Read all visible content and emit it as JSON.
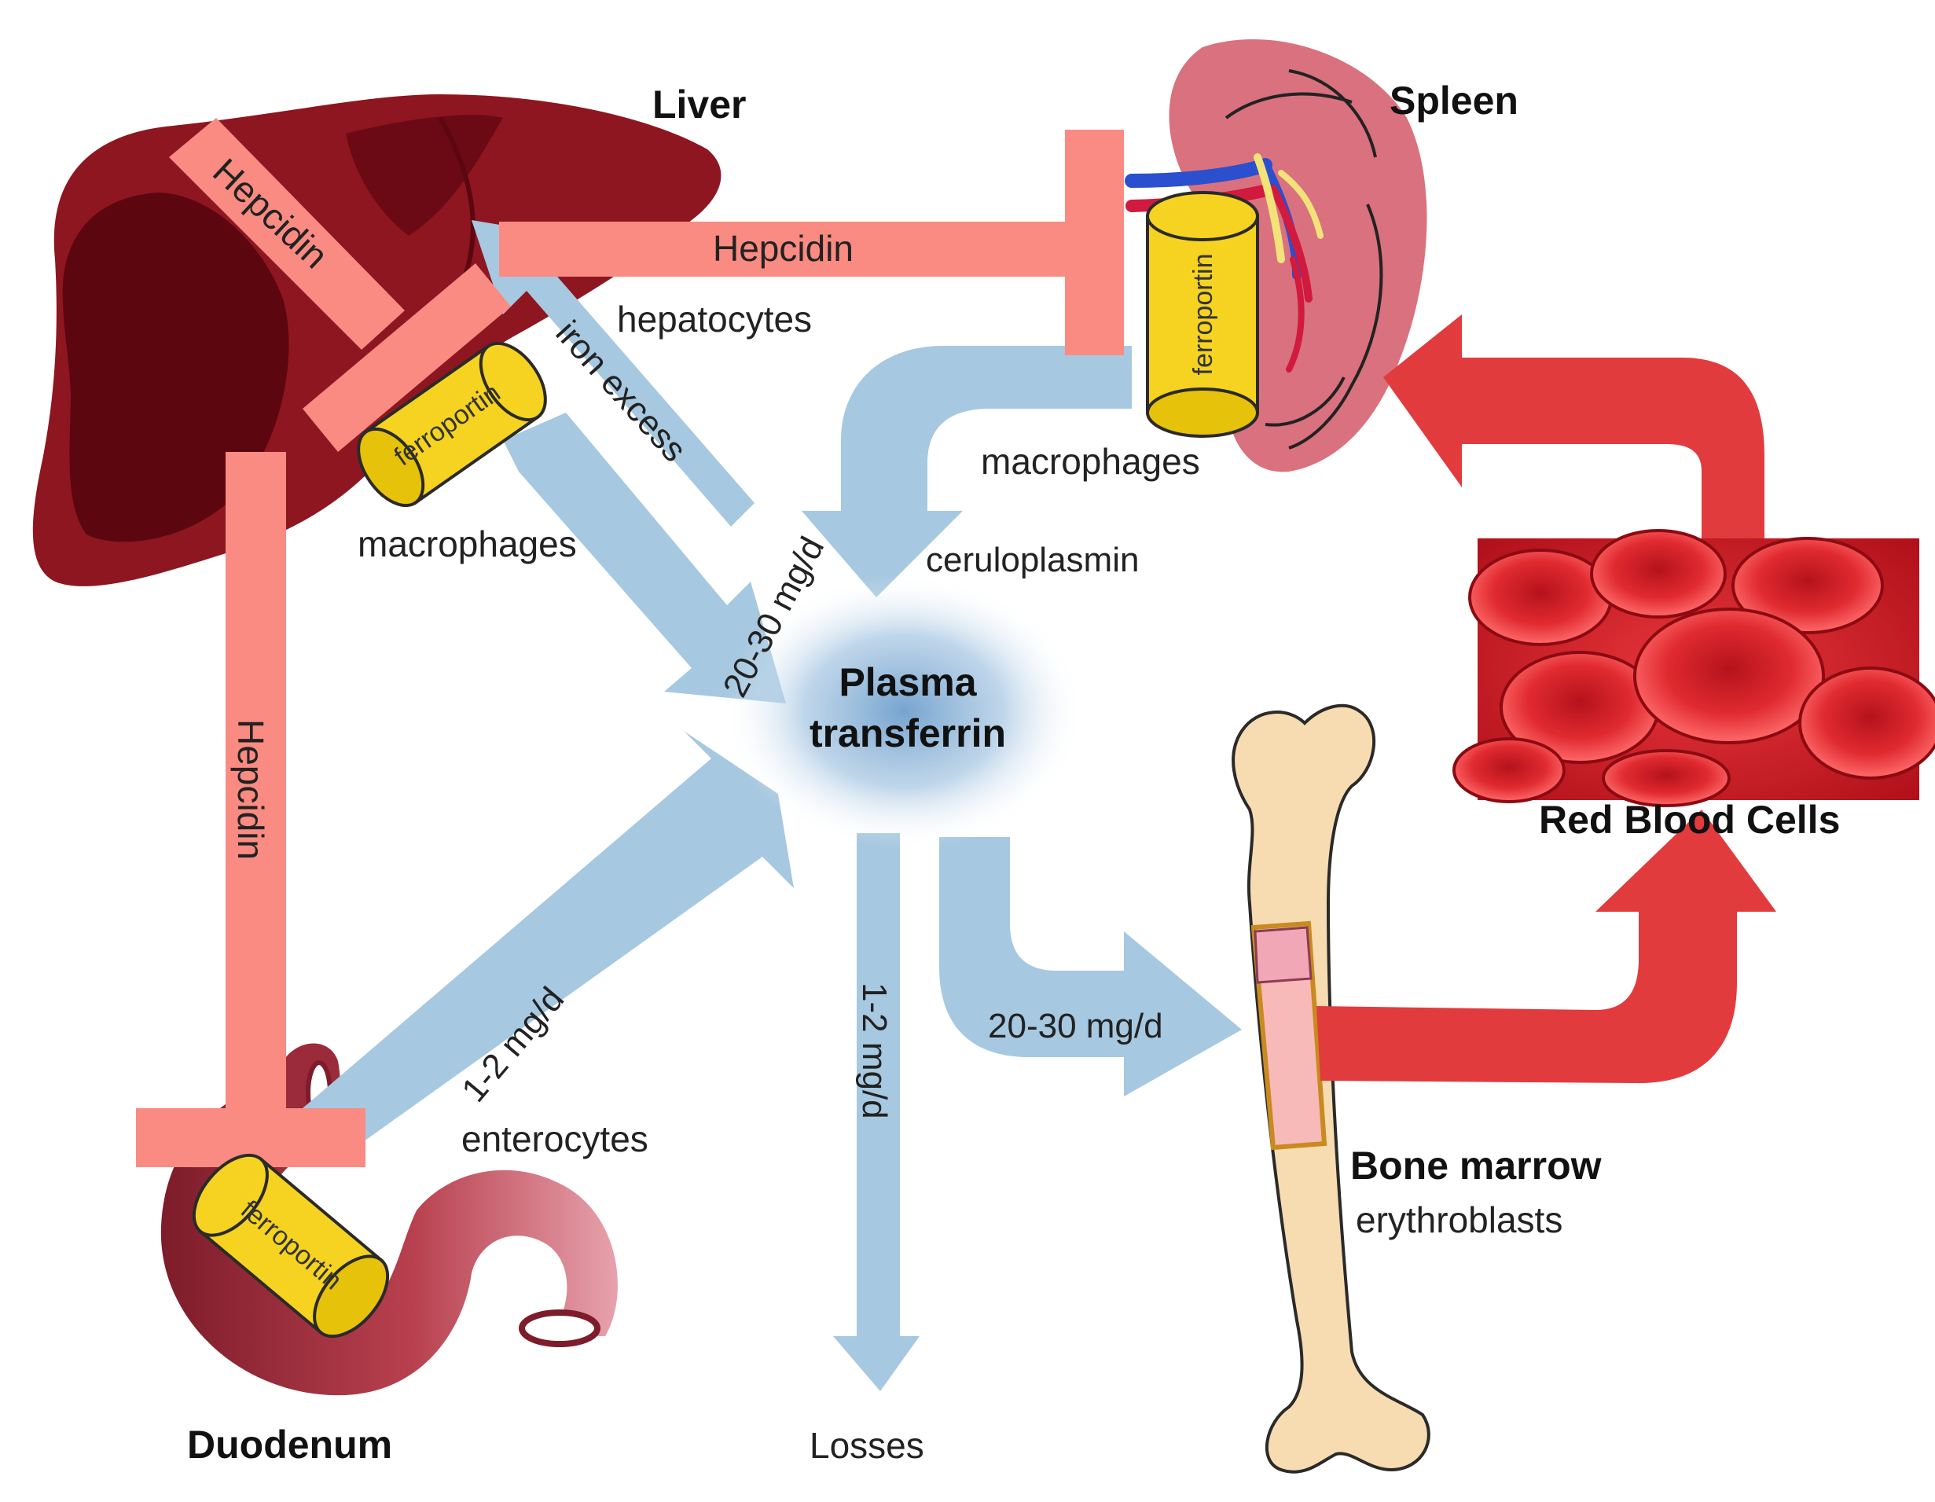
{
  "colors": {
    "hepcidin": "#f98b82",
    "iron_flow": "#a6c8e0",
    "rbc_flow": "#e23b3d",
    "ferroportin": "#f5d320",
    "liver": "#8e1620",
    "liver_dark": "#5c0610",
    "spleen": "#d9717e",
    "duodenum": "#b8404e",
    "bone": "#f7dcb2"
  },
  "organs": {
    "liver": "Liver",
    "spleen": "Spleen",
    "duodenum": "Duodenum",
    "bone_marrow": "Bone marrow",
    "red_blood_cells": "Red Blood Cells",
    "losses": "Losses"
  },
  "cells": {
    "hepatocytes": "hepatocytes",
    "liver_macrophages": "macrophages",
    "spleen_macrophages": "macrophages",
    "enterocytes": "enterocytes",
    "erythroblasts": "erythroblasts"
  },
  "center": {
    "line1": "Plasma",
    "line2": "transferrin"
  },
  "proteins": {
    "ferroportin_liver": "ferroportin",
    "ferroportin_spleen": "ferroportin",
    "ferroportin_duodenum": "ferroportin",
    "ceruloplasmin": "ceruloplasmin"
  },
  "hepcidin": {
    "liver_self": "Hepcidin",
    "to_spleen": "Hepcidin",
    "to_duodenum": "Hepcidin"
  },
  "flows": {
    "iron_excess": "iron excess",
    "spleen_to_plasma": "20-30 mg/d",
    "duodenum_to_plasma": "1-2 mg/d",
    "plasma_to_losses": "1-2 mg/d",
    "plasma_to_marrow": "20-30 mg/d"
  }
}
